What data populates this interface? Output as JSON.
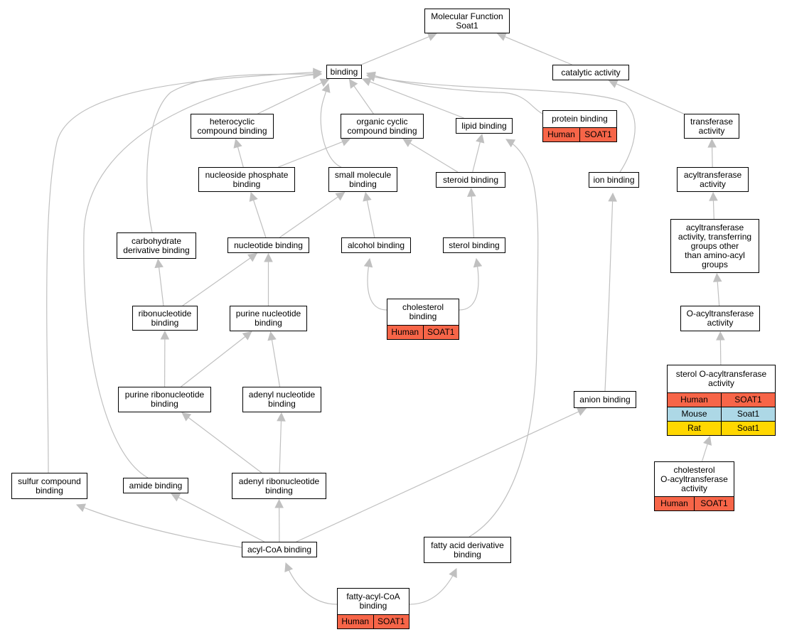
{
  "colors": {
    "edge": "#c0c0c0",
    "Human": "#f76548",
    "Mouse": "#add8e6",
    "Rat": "#ffd700"
  },
  "nodes": [
    {
      "id": "molecular-function",
      "label": "Molecular Function\nSoat1"
    },
    {
      "id": "binding",
      "label": "binding"
    },
    {
      "id": "catalytic-activity",
      "label": "catalytic activity"
    },
    {
      "id": "heterocyclic-compound-binding",
      "label": "heterocyclic\ncompound binding"
    },
    {
      "id": "organic-cyclic-compound-binding",
      "label": "organic cyclic\ncompound binding"
    },
    {
      "id": "lipid-binding",
      "label": "lipid binding"
    },
    {
      "id": "protein-binding",
      "label": "protein binding",
      "orthologs": [
        {
          "species": "Human",
          "gene": "SOAT1"
        }
      ]
    },
    {
      "id": "transferase-activity",
      "label": "transferase\nactivity"
    },
    {
      "id": "nucleoside-phosphate-binding",
      "label": "nucleoside phosphate\nbinding"
    },
    {
      "id": "small-molecule-binding",
      "label": "small molecule\nbinding"
    },
    {
      "id": "steroid-binding",
      "label": "steroid binding"
    },
    {
      "id": "ion-binding",
      "label": "ion binding"
    },
    {
      "id": "acyltransferase-activity",
      "label": "acyltransferase\nactivity"
    },
    {
      "id": "carbohydrate-derivative-binding",
      "label": "carbohydrate\nderivative binding"
    },
    {
      "id": "nucleotide-binding",
      "label": "nucleotide binding"
    },
    {
      "id": "alcohol-binding",
      "label": "alcohol binding"
    },
    {
      "id": "sterol-binding",
      "label": "sterol binding"
    },
    {
      "id": "acyltransferase-other",
      "label": "acyltransferase\nactivity, transferring\ngroups other\nthan amino-acyl\ngroups"
    },
    {
      "id": "ribonucleotide-binding",
      "label": "ribonucleotide\nbinding"
    },
    {
      "id": "purine-nucleotide-binding",
      "label": "purine nucleotide\nbinding"
    },
    {
      "id": "cholesterol-binding",
      "label": "cholesterol\nbinding",
      "orthologs": [
        {
          "species": "Human",
          "gene": "SOAT1"
        }
      ]
    },
    {
      "id": "o-acyltransferase-activity",
      "label": "O-acyltransferase\nactivity"
    },
    {
      "id": "purine-ribonucleotide-binding",
      "label": "purine ribonucleotide\nbinding"
    },
    {
      "id": "adenyl-nucleotide-binding",
      "label": "adenyl nucleotide\nbinding"
    },
    {
      "id": "anion-binding",
      "label": "anion binding"
    },
    {
      "id": "sterol-o-acyltransferase-activity",
      "label": "sterol O-acyltransferase\nactivity",
      "orthologs": [
        {
          "species": "Human",
          "gene": "SOAT1"
        },
        {
          "species": "Mouse",
          "gene": "Soat1"
        },
        {
          "species": "Rat",
          "gene": "Soat1"
        }
      ]
    },
    {
      "id": "sulfur-compound-binding",
      "label": "sulfur compound\nbinding"
    },
    {
      "id": "amide-binding",
      "label": "amide binding"
    },
    {
      "id": "adenyl-ribonucleotide-binding",
      "label": "adenyl ribonucleotide\nbinding"
    },
    {
      "id": "cholesterol-o-acyltransferase-activity",
      "label": "cholesterol\nO-acyltransferase\nactivity",
      "orthologs": [
        {
          "species": "Human",
          "gene": "SOAT1"
        }
      ]
    },
    {
      "id": "acyl-coa-binding",
      "label": "acyl-CoA binding"
    },
    {
      "id": "fatty-acid-derivative-binding",
      "label": "fatty acid derivative\nbinding"
    },
    {
      "id": "fatty-acyl-coa-binding",
      "label": "fatty-acyl-CoA\nbinding",
      "orthologs": [
        {
          "species": "Human",
          "gene": "SOAT1"
        }
      ]
    }
  ],
  "edges": [
    {
      "from": "binding",
      "to": "molecular-function"
    },
    {
      "from": "catalytic-activity",
      "to": "molecular-function"
    },
    {
      "from": "heterocyclic-compound-binding",
      "to": "binding"
    },
    {
      "from": "organic-cyclic-compound-binding",
      "to": "binding"
    },
    {
      "from": "lipid-binding",
      "to": "binding"
    },
    {
      "from": "protein-binding",
      "to": "binding"
    },
    {
      "from": "small-molecule-binding",
      "to": "binding"
    },
    {
      "from": "ion-binding",
      "to": "binding"
    },
    {
      "from": "carbohydrate-derivative-binding",
      "to": "binding"
    },
    {
      "from": "amide-binding",
      "to": "binding"
    },
    {
      "from": "sulfur-compound-binding",
      "to": "binding"
    },
    {
      "from": "transferase-activity",
      "to": "catalytic-activity"
    },
    {
      "from": "nucleoside-phosphate-binding",
      "to": "heterocyclic-compound-binding"
    },
    {
      "from": "nucleoside-phosphate-binding",
      "to": "organic-cyclic-compound-binding"
    },
    {
      "from": "steroid-binding",
      "to": "organic-cyclic-compound-binding"
    },
    {
      "from": "steroid-binding",
      "to": "lipid-binding"
    },
    {
      "from": "fatty-acid-derivative-binding",
      "to": "lipid-binding"
    },
    {
      "from": "acyltransferase-activity",
      "to": "transferase-activity"
    },
    {
      "from": "nucleotide-binding",
      "to": "nucleoside-phosphate-binding"
    },
    {
      "from": "nucleotide-binding",
      "to": "small-molecule-binding"
    },
    {
      "from": "alcohol-binding",
      "to": "small-molecule-binding"
    },
    {
      "from": "sterol-binding",
      "to": "steroid-binding"
    },
    {
      "from": "anion-binding",
      "to": "ion-binding"
    },
    {
      "from": "acyltransferase-other",
      "to": "acyltransferase-activity"
    },
    {
      "from": "ribonucleotide-binding",
      "to": "carbohydrate-derivative-binding"
    },
    {
      "from": "ribonucleotide-binding",
      "to": "nucleotide-binding"
    },
    {
      "from": "purine-nucleotide-binding",
      "to": "nucleotide-binding"
    },
    {
      "from": "cholesterol-binding",
      "to": "alcohol-binding"
    },
    {
      "from": "cholesterol-binding",
      "to": "sterol-binding"
    },
    {
      "from": "o-acyltransferase-activity",
      "to": "acyltransferase-other"
    },
    {
      "from": "purine-ribonucleotide-binding",
      "to": "ribonucleotide-binding"
    },
    {
      "from": "purine-ribonucleotide-binding",
      "to": "purine-nucleotide-binding"
    },
    {
      "from": "adenyl-nucleotide-binding",
      "to": "purine-nucleotide-binding"
    },
    {
      "from": "sterol-o-acyltransferase-activity",
      "to": "o-acyltransferase-activity"
    },
    {
      "from": "adenyl-ribonucleotide-binding",
      "to": "purine-ribonucleotide-binding"
    },
    {
      "from": "adenyl-ribonucleotide-binding",
      "to": "adenyl-nucleotide-binding"
    },
    {
      "from": "cholesterol-o-acyltransferase-activity",
      "to": "sterol-o-acyltransferase-activity"
    },
    {
      "from": "acyl-coa-binding",
      "to": "sulfur-compound-binding"
    },
    {
      "from": "acyl-coa-binding",
      "to": "amide-binding"
    },
    {
      "from": "acyl-coa-binding",
      "to": "adenyl-ribonucleotide-binding"
    },
    {
      "from": "acyl-coa-binding",
      "to": "anion-binding"
    },
    {
      "from": "fatty-acyl-coa-binding",
      "to": "acyl-coa-binding"
    },
    {
      "from": "fatty-acyl-coa-binding",
      "to": "fatty-acid-derivative-binding"
    }
  ]
}
